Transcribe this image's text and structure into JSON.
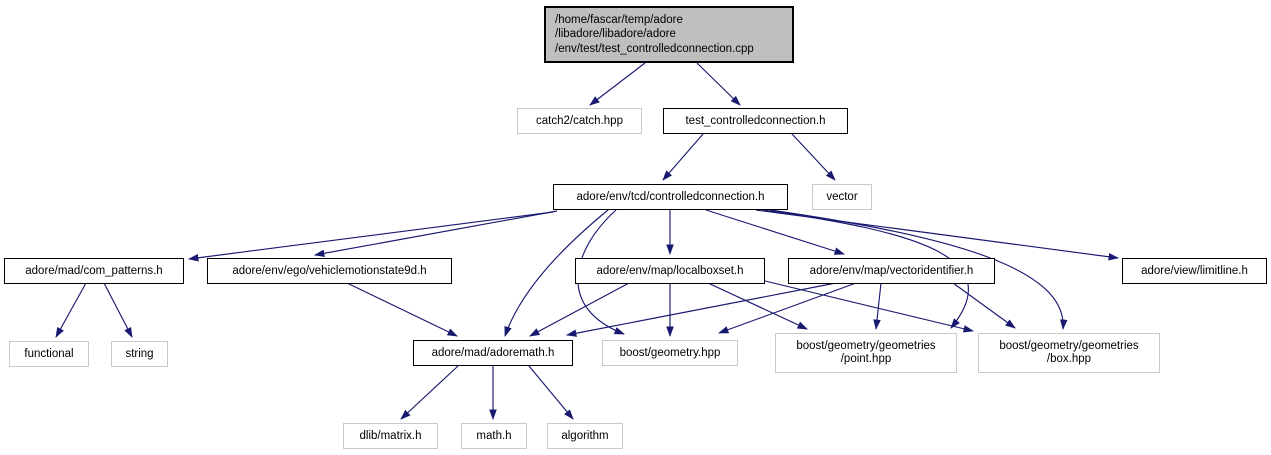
{
  "diagram": {
    "kind": "include-dependency-graph",
    "colors": {
      "canvas_bg": "#ffffff",
      "edge_color": "#191970",
      "node_fill": "#ffffff",
      "node_border": "#000000",
      "ext_border": "#c9c9c9",
      "main_fill": "#bfbfbf",
      "text_color": "#000000"
    }
  },
  "nodes": {
    "main_cpp": {
      "label": "/home/fascar/temp/adore\n/libadore/libadore/adore\n/env/test/test_controlledconnection.cpp",
      "type": "main"
    },
    "catch_hpp": {
      "label": "catch2/catch.hpp",
      "type": "external"
    },
    "test_h": {
      "label": "test_controlledconnection.h",
      "type": "internal"
    },
    "controlledconnection_h": {
      "label": "adore/env/tcd/controlledconnection.h",
      "type": "internal"
    },
    "vector": {
      "label": "vector",
      "type": "external"
    },
    "com_patterns_h": {
      "label": "adore/mad/com_patterns.h",
      "type": "internal"
    },
    "vehiclemotionstate9d_h": {
      "label": "adore/env/ego/vehiclemotionstate9d.h",
      "type": "internal"
    },
    "localboxset_h": {
      "label": "adore/env/map/localboxset.h",
      "type": "internal"
    },
    "vectoridentifier_h": {
      "label": "adore/env/map/vectoridentifier.h",
      "type": "internal"
    },
    "limitline_h": {
      "label": "adore/view/limitline.h",
      "type": "internal"
    },
    "functional": {
      "label": "functional",
      "type": "external"
    },
    "string": {
      "label": "string",
      "type": "external"
    },
    "adoremath_h": {
      "label": "adore/mad/adoremath.h",
      "type": "internal"
    },
    "boost_geometry_hpp": {
      "label": "boost/geometry.hpp",
      "type": "external"
    },
    "boost_point_hpp": {
      "label": "boost/geometry/geometries\n/point.hpp",
      "type": "external"
    },
    "boost_box_hpp": {
      "label": "boost/geometry/geometries\n/box.hpp",
      "type": "external"
    },
    "dlib_matrix_h": {
      "label": "dlib/matrix.h",
      "type": "external"
    },
    "math_h": {
      "label": "math.h",
      "type": "external"
    },
    "algorithm": {
      "label": "algorithm",
      "type": "external"
    }
  },
  "edges": [
    {
      "from": "main_cpp",
      "to": "catch_hpp"
    },
    {
      "from": "main_cpp",
      "to": "test_h"
    },
    {
      "from": "test_h",
      "to": "controlledconnection_h"
    },
    {
      "from": "test_h",
      "to": "vector"
    },
    {
      "from": "controlledconnection_h",
      "to": "com_patterns_h"
    },
    {
      "from": "controlledconnection_h",
      "to": "vehiclemotionstate9d_h"
    },
    {
      "from": "controlledconnection_h",
      "to": "localboxset_h"
    },
    {
      "from": "controlledconnection_h",
      "to": "vectoridentifier_h"
    },
    {
      "from": "controlledconnection_h",
      "to": "limitline_h"
    },
    {
      "from": "controlledconnection_h",
      "to": "adoremath_h"
    },
    {
      "from": "controlledconnection_h",
      "to": "boost_geometry_hpp"
    },
    {
      "from": "controlledconnection_h",
      "to": "boost_point_hpp"
    },
    {
      "from": "controlledconnection_h",
      "to": "boost_box_hpp"
    },
    {
      "from": "com_patterns_h",
      "to": "functional"
    },
    {
      "from": "com_patterns_h",
      "to": "string"
    },
    {
      "from": "vehiclemotionstate9d_h",
      "to": "adoremath_h"
    },
    {
      "from": "localboxset_h",
      "to": "adoremath_h"
    },
    {
      "from": "localboxset_h",
      "to": "boost_geometry_hpp"
    },
    {
      "from": "localboxset_h",
      "to": "boost_point_hpp"
    },
    {
      "from": "localboxset_h",
      "to": "boost_box_hpp"
    },
    {
      "from": "vectoridentifier_h",
      "to": "adoremath_h"
    },
    {
      "from": "vectoridentifier_h",
      "to": "boost_geometry_hpp"
    },
    {
      "from": "vectoridentifier_h",
      "to": "boost_point_hpp"
    },
    {
      "from": "vectoridentifier_h",
      "to": "boost_box_hpp"
    },
    {
      "from": "adoremath_h",
      "to": "dlib_matrix_h"
    },
    {
      "from": "adoremath_h",
      "to": "math_h"
    },
    {
      "from": "adoremath_h",
      "to": "algorithm"
    }
  ]
}
